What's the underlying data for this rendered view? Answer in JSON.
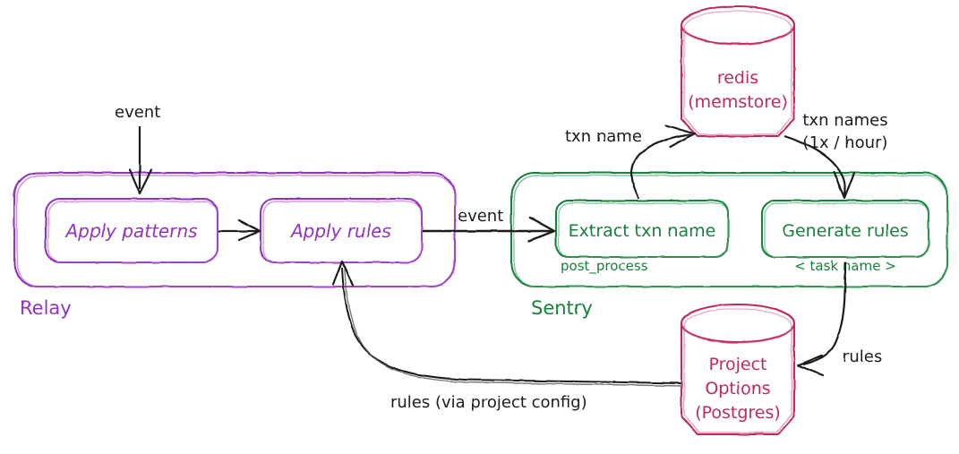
{
  "colors": {
    "relay_purple": "#9333bd",
    "sentry_green": "#18803d",
    "store_crimson": "#bf2a60",
    "edge_black": "#1b1b1b",
    "background": "#ffffff"
  },
  "groups": {
    "relay": {
      "label": "Relay",
      "color": "#9333bd",
      "nodes": [
        {
          "label": "Apply patterns",
          "sublabel": ""
        },
        {
          "label": "Apply rules",
          "sublabel": ""
        }
      ]
    },
    "sentry": {
      "label": "Sentry",
      "color": "#18803d",
      "nodes": [
        {
          "label": "Extract txn name",
          "sublabel": "post_process"
        },
        {
          "label": "Generate rules",
          "sublabel": "< task name >"
        }
      ]
    }
  },
  "datastores": [
    {
      "id": "redis",
      "line1": "redis",
      "line2": "(memstore)",
      "color": "#bf2a60"
    },
    {
      "id": "project-options",
      "line1": "Project",
      "line2": "Options",
      "line3": "(Postgres)",
      "color": "#bf2a60"
    }
  ],
  "edges": [
    {
      "id": "event-in",
      "label": "event"
    },
    {
      "id": "patterns-to-rules",
      "label": ""
    },
    {
      "id": "relay-to-sentry",
      "label": "event"
    },
    {
      "id": "extract-to-redis",
      "label": "txn name"
    },
    {
      "id": "redis-to-generate",
      "label_line1": "txn names",
      "label_line2": "(1x / hour)"
    },
    {
      "id": "generate-to-postgres",
      "label": "rules"
    },
    {
      "id": "postgres-to-relay",
      "label": "rules (via project config)"
    }
  ]
}
